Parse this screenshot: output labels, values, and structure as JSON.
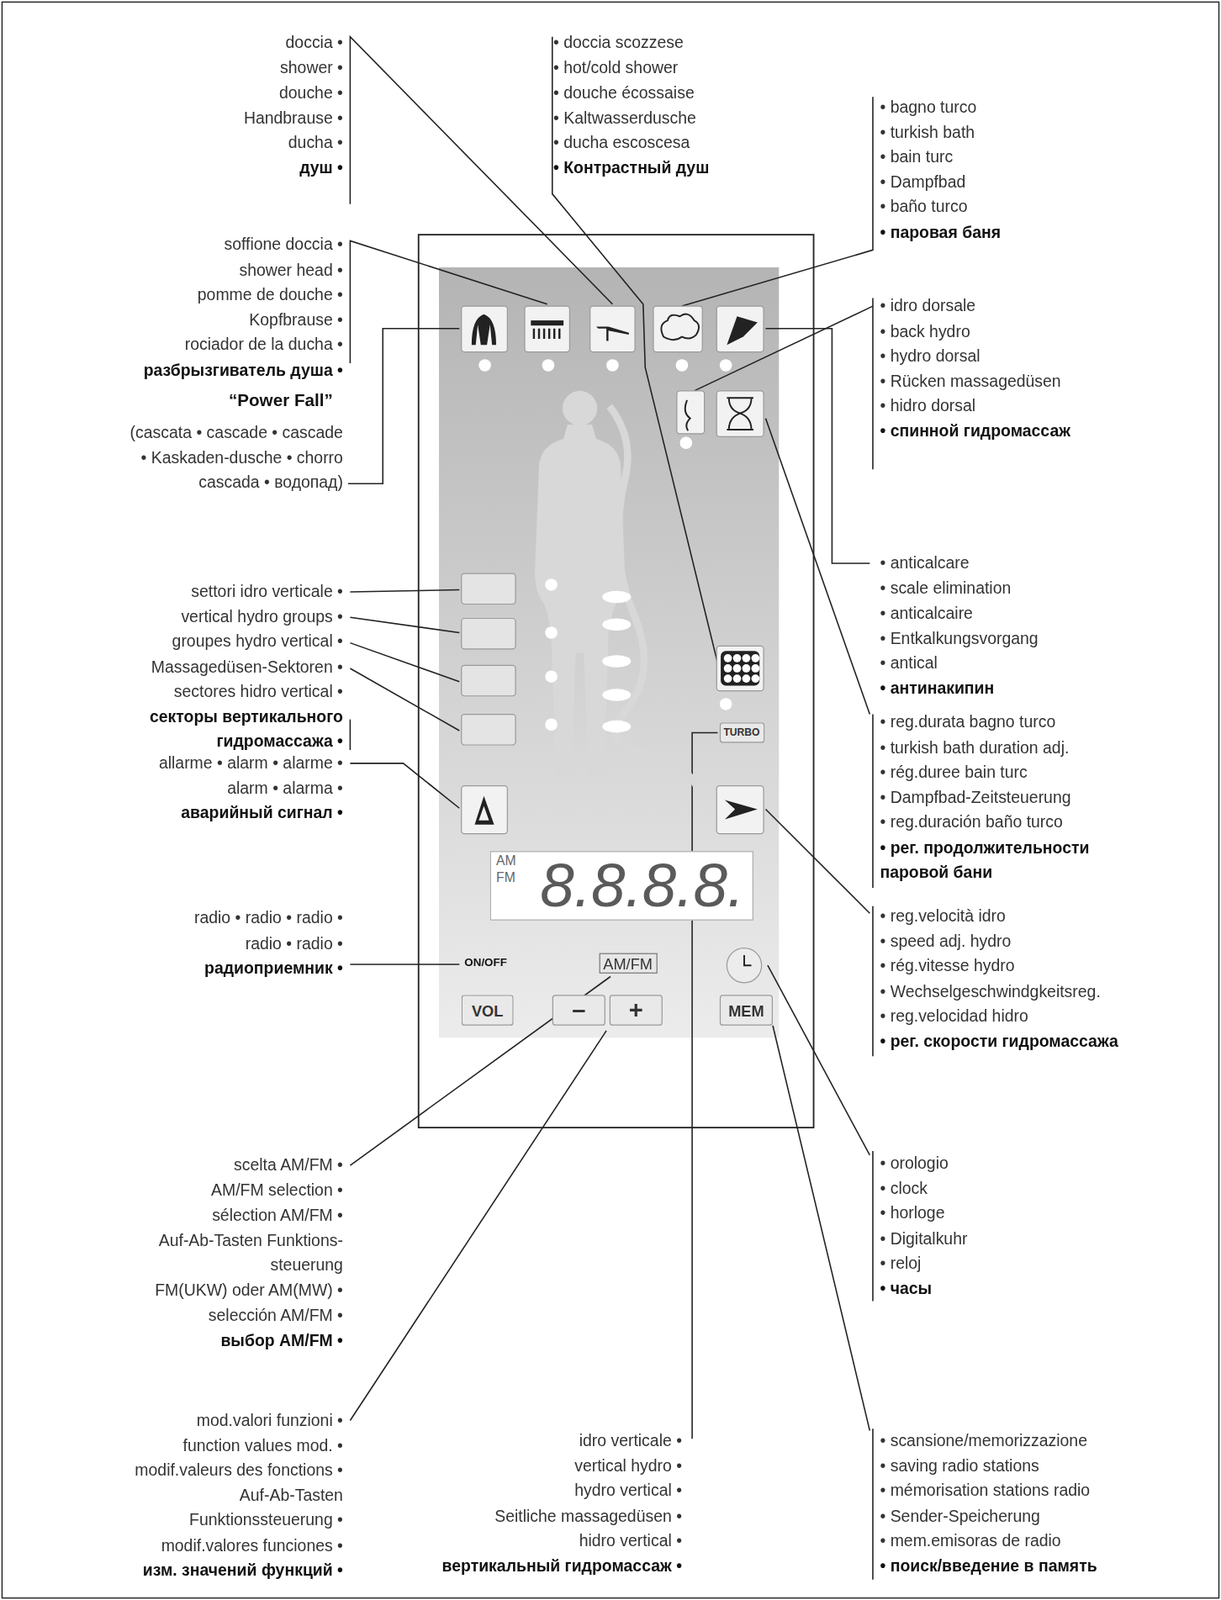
{
  "diagram": {
    "nodes": [
      {
        "text": [
          "TURBO"
        ]
      },
      {
        "text": [
          "AM",
          "FM",
          "8.8.8.8."
        ]
      },
      {
        "text": [
          "AM/FM"
        ]
      },
      {
        "text": [
          "VOL"
        ]
      },
      {
        "text": [
          "–"
        ]
      },
      {
        "text": [
          "+"
        ]
      },
      {
        "text": [
          "MEM"
        ]
      }
    ],
    "labels": [
      "doccia •",
      "shower •",
      "douche •",
      "Handbrause •",
      "ducha •",
      "душ •",
      "soffione doccia •",
      "shower head •",
      "pomme de douche •",
      "Kopfbrause •",
      "rociador de la ducha •",
      "разбрызгиватель душа •",
      "“Power Fall”",
      "(cascata • cascade • cascade",
      "• Kaskaden-dusche • chorro",
      "cascada • водопад)",
      "settori idro verticale •",
      "vertical hydro groups •",
      "groupes hydro vertical •",
      "Massagedüsen-Sektoren •",
      "sectores hidro vertical •",
      "секторы вертикального",
      "гидромассажа •",
      "allarme • alarm • alarme •",
      "alarm • alarma •",
      "аварийный сигнал •",
      "radio • radio • radio •",
      "radio • radio •",
      "радиоприемник •",
      "scelta AM/FM •",
      "AM/FM selection •",
      "sélection AM/FM •",
      "Auf-Ab-Tasten Funktions-",
      "steuerung",
      "FM(UKW) oder AM(MW) •",
      "selección AM/FM •",
      "выбор AM/FM •",
      "mod.valori funzioni •",
      "function values mod. •",
      "modif.valeurs des fonctions •",
      "Auf-Ab-Tasten",
      "Funktionssteuerung •",
      "modif.valores funciones •",
      "изм. значений функций •",
      "idro verticale •",
      "vertical hydro •",
      "hydro vertical •",
      "Seitliche massagedüsen •",
      "hidro vertical •",
      "вертикальный гидромассаж •",
      "• doccia scozzese",
      "• hot/cold shower",
      "• douche écossaise",
      "• Kaltwasserdusche",
      "• ducha escoscesa",
      "• Контрастный душ",
      "• bagno turco",
      "• turkish bath",
      "• bain turc",
      "• Dampfbad",
      "• baño turco",
      "• паровая баня",
      "• idro dorsale",
      "• back hydro",
      "• hydro dorsal",
      "• Rücken massagedüsen",
      "• hidro dorsal",
      "• спинной гидромассаж",
      "• anticalcare",
      "• scale elimination",
      "• anticalcaire",
      "• Entkalkungsvorgang",
      "• antical",
      "• антинакипин",
      "• reg.durata bagno turco",
      "• turkish bath duration adj.",
      "• rég.duree bain turc",
      "• Dampfbad-Zeitsteuerung",
      "• reg.duración baño turco",
      "• рег. продолжительности",
      "паровой бани",
      "• reg.velocità idro",
      "• speed adj. hydro",
      "• rég.vitesse hydro",
      "• Wechselgeschwindgkeitsreg.",
      "• reg.velocidad hidro",
      "• рег. скорости гидромассажа",
      "• orologio",
      "• clock",
      "• horloge",
      "• Digitalkuhr",
      "• reloj",
      "• часы",
      "• scansione/memorizzazione",
      "• saving radio stations",
      "• mémorisation stations radio",
      "• Sender-Speicherung",
      "• mem.emisoras de radio",
      "• поиск/введение в память",
      "ON/OFF"
    ]
  }
}
